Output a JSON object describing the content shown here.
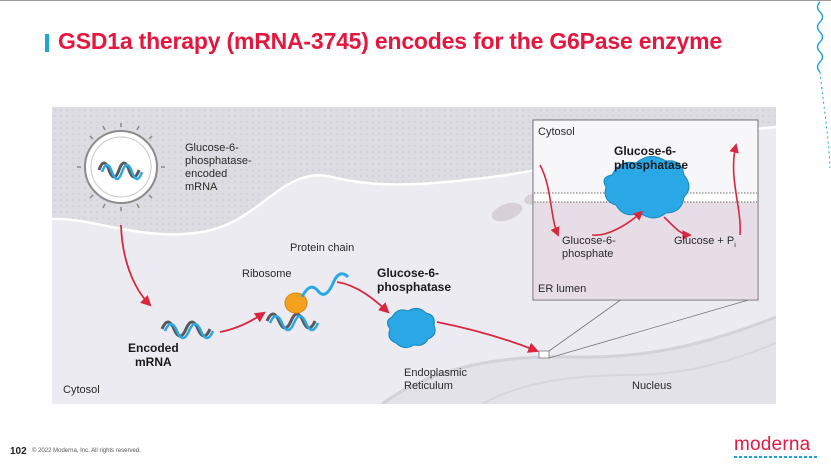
{
  "slide": {
    "title": "GSD1a therapy (mRNA-3745) encodes for the G6Pase enzyme",
    "page_number": "102",
    "copyright": "© 2022 Moderna, Inc. All rights reserved.",
    "logo": "moderna"
  },
  "diagram": {
    "labels": {
      "mrna_particle": [
        "Glucose-6-",
        "phosphatase-",
        "encoded",
        "mRNA"
      ],
      "protein_chain": "Protein chain",
      "ribosome": "Ribosome",
      "enzyme": [
        "Glucose-6-",
        "phosphatase"
      ],
      "encoded_mrna": [
        "Encoded",
        "mRNA"
      ],
      "cytosol_main": "Cytosol",
      "er": [
        "Endoplasmic",
        "Reticulum"
      ],
      "nucleus": "Nucleus"
    },
    "inset": {
      "cytosol": "Cytosol",
      "enzyme": [
        "Glucose-6-",
        "phosphatase"
      ],
      "substrate": [
        "Glucose-6-",
        "phosphate"
      ],
      "product": "Glucose + P",
      "product_sub": "i",
      "er_lumen": "ER lumen"
    }
  },
  "colors": {
    "accent_red": "#e5173f",
    "accent_blue": "#1fa3d8",
    "enzyme_blue": "#2aa8e6",
    "ribosome_orange": "#f4a11d"
  }
}
